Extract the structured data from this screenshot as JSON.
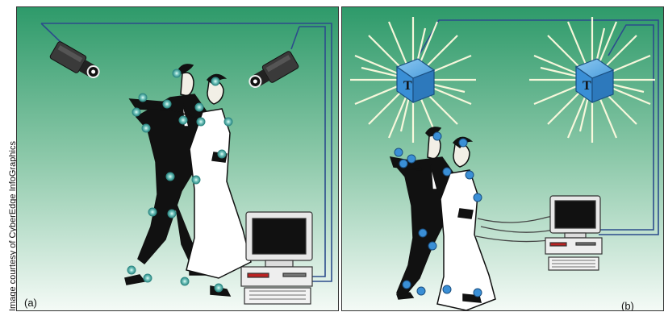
{
  "credit": "Image courtesy of CyberEdge InfoGraphics",
  "panel_a": {
    "label": "(a)"
  },
  "panel_b": {
    "label": "(b)",
    "cube_letter": "T"
  },
  "colors": {
    "bg_top": "#2e9a6a",
    "bg_bottom": "#f4faf6",
    "wire": "#2c4c8c",
    "marker": "#78c7c0",
    "cube": "#3a8fd6"
  }
}
